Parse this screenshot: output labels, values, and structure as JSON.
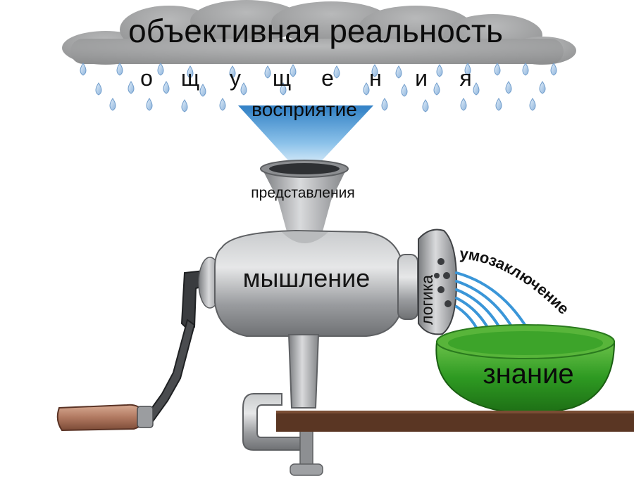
{
  "labels": {
    "cloud": "объективная реальность",
    "sensations": [
      "о",
      "щ",
      "у",
      "щ",
      "е",
      "н",
      "и",
      "я"
    ],
    "perception": "восприятие",
    "representations": "представления",
    "thinking": "мышление",
    "logic": "логика",
    "inference": "умозаключение",
    "knowledge": "знание"
  },
  "colors": {
    "cloud": "#9fa0a0",
    "rain": "#a8c6e4",
    "funnel": "#4f98d6",
    "metal": "#a4a6a9",
    "bowl": "#2e9a22",
    "table": "#5a3623",
    "handle": "#b07860",
    "stream": "#3a96d8"
  },
  "icons": [
    "rain-drop-icon",
    "funnel-icon",
    "meat-grinder-icon",
    "crank-handle-icon",
    "bowl-icon",
    "table-icon"
  ]
}
